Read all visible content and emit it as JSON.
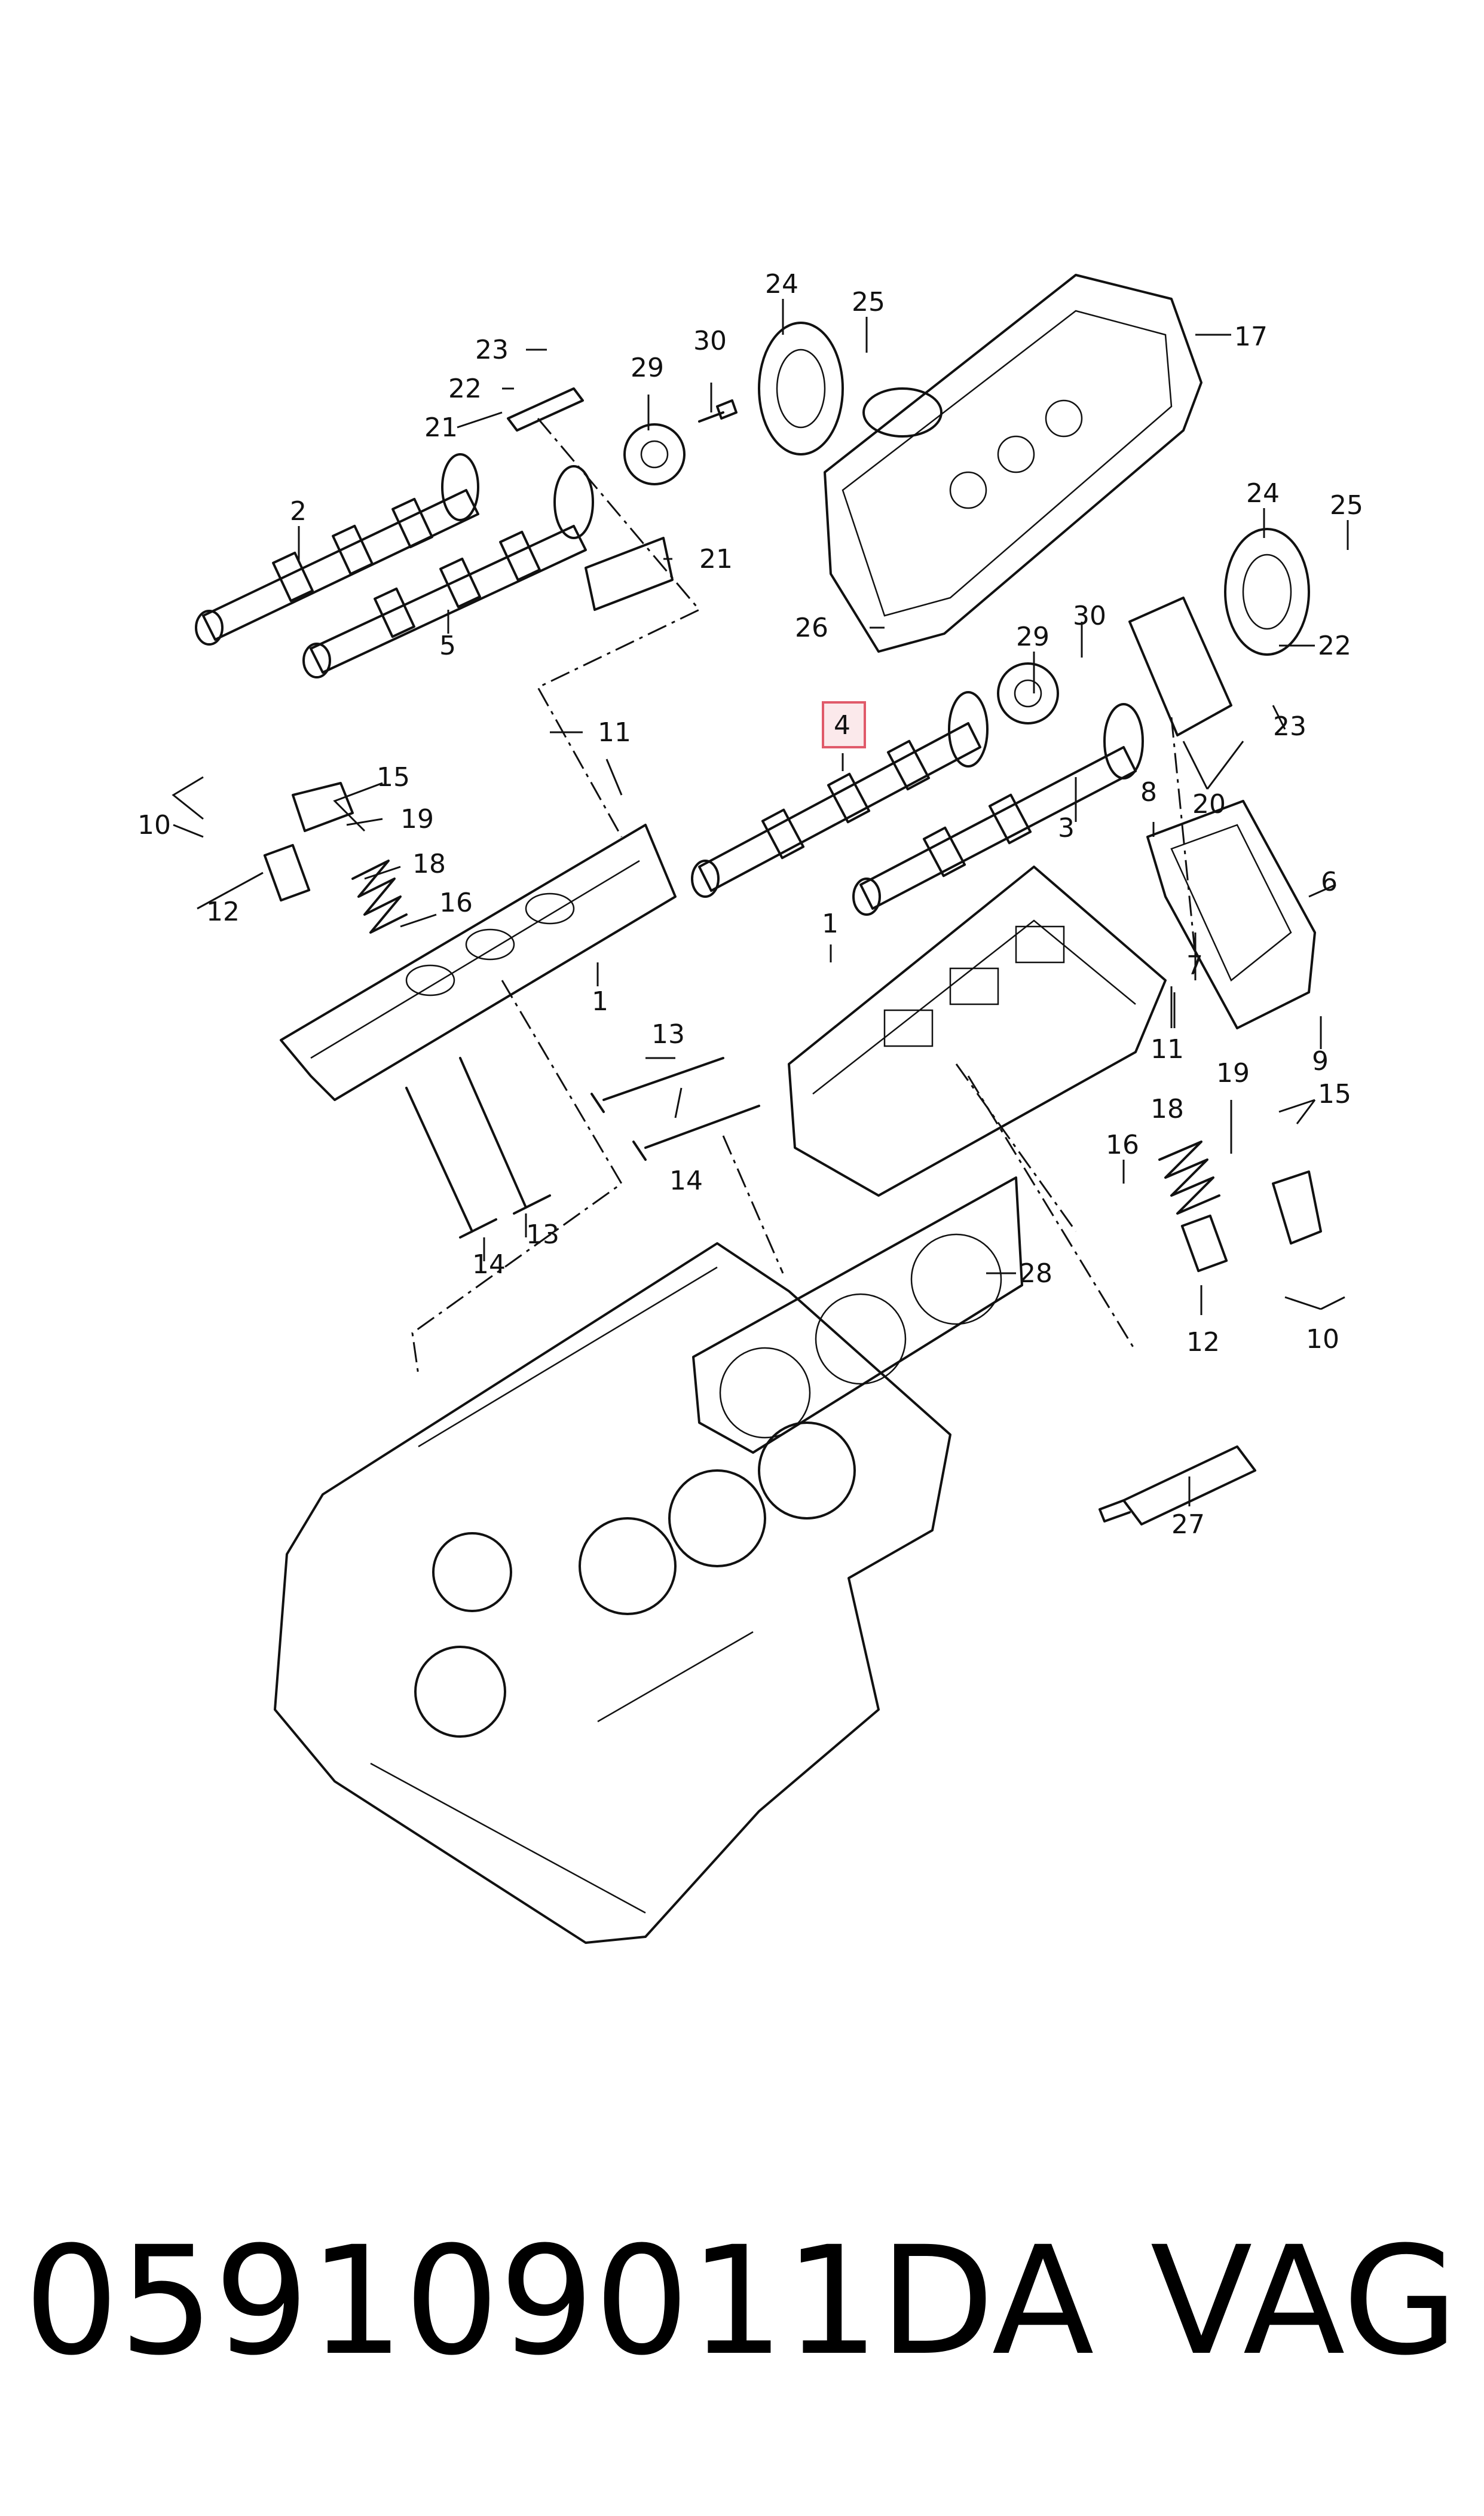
{
  "callouts": {
    "c1a": "1",
    "c1b": "1",
    "c2": "2",
    "c3": "3",
    "c4": "4",
    "c5": "5",
    "c6": "6",
    "c7": "7",
    "c8": "8",
    "c9": "9",
    "c10a": "10",
    "c10b": "10",
    "c11a": "11",
    "c11b": "11",
    "c12a": "12",
    "c12b": "12",
    "c13a": "13",
    "c13b": "13",
    "c14a": "14",
    "c14b": "14",
    "c15a": "15",
    "c15b": "15",
    "c16a": "16",
    "c16b": "16",
    "c17": "17",
    "c18a": "18",
    "c18b": "18",
    "c19a": "19",
    "c19b": "19",
    "c20": "20",
    "c21a": "21",
    "c21b": "21",
    "c22a": "22",
    "c22b": "22",
    "c23a": "23",
    "c23b": "23",
    "c24a": "24",
    "c24b": "24",
    "c25a": "25",
    "c25b": "25",
    "c26": "26",
    "c27": "27",
    "c28": "28",
    "c29a": "29",
    "c29b": "29",
    "c30a": "30",
    "c30b": "30"
  },
  "highlight_color": "#e05a6a",
  "caption": {
    "part_number": "059109011DA",
    "brand": "VAG"
  }
}
